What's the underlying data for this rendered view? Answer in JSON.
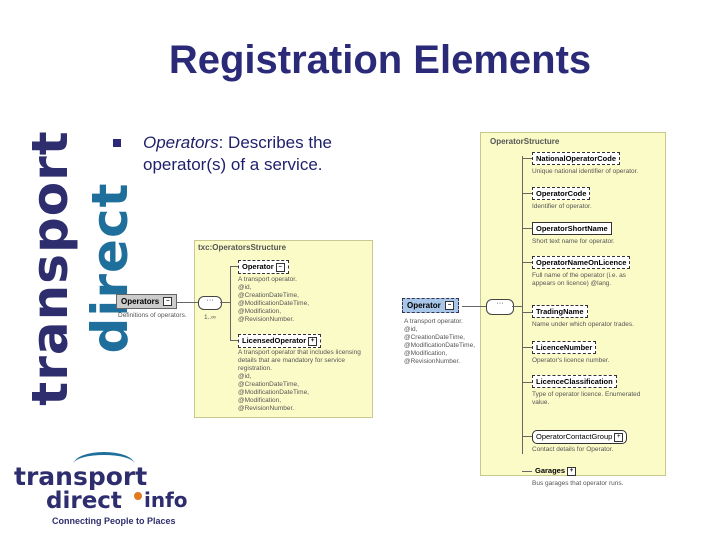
{
  "slide": {
    "title": "Registration Elements",
    "side_brand_part1": "transport",
    "side_brand_part2": " direct",
    "bullet": {
      "term": "Operators",
      "text": ": Describes the operator(s) of a service."
    }
  },
  "left_diagram": {
    "panel_title": "txc:OperatorsStructure",
    "root_label": "Operators",
    "root_desc": "Definitions of operators.",
    "multiplicity": "1..∞",
    "children": [
      {
        "label": "Operator",
        "desc": [
          "A transport operator.",
          "@id,",
          "@CreationDateTime,",
          "@ModificationDateTime,",
          "@Modification,",
          "@RevisionNumber."
        ]
      },
      {
        "label": "LicensedOperator",
        "desc": [
          "A transport operator that includes licensing",
          "details that are mandatory for service",
          "registration.",
          "@id,",
          "@CreationDateTime,",
          "@ModificationDateTime,",
          "@Modification,",
          "@RevisionNumber."
        ]
      }
    ]
  },
  "right_diagram": {
    "panel_title": "OperatorStructure",
    "root_label": "Operator",
    "root_desc": [
      "A transport operator.",
      "@id,",
      "@CreationDateTime,",
      "@ModificationDateTime,",
      "@Modification,",
      "@RevisionNumber."
    ],
    "elements": [
      {
        "label": "NationalOperatorCode",
        "desc": [
          "Unique national identifier of operator."
        ]
      },
      {
        "label": "OperatorCode",
        "desc": [
          "Identifier of operator."
        ]
      },
      {
        "label": "OperatorShortName",
        "desc": [
          "Short text name for operator."
        ]
      },
      {
        "label": "OperatorNameOnLicence",
        "desc": [
          "Full name of the operator (i.e. as",
          "appears on licence) @lang."
        ]
      },
      {
        "label": "TradingName",
        "desc": [
          "Name under which operator trades."
        ]
      },
      {
        "label": "LicenceNumber",
        "desc": [
          "Operator's licence number."
        ]
      },
      {
        "label": "LicenceClassification",
        "desc": [
          "Type of operator licence. Enumerated",
          "value."
        ]
      },
      {
        "label": "OperatorContactGroup",
        "desc": [
          "Contact details for Operator."
        ]
      },
      {
        "label": "Garages",
        "desc": [
          "Bus garages that operator runs."
        ]
      }
    ]
  },
  "footer_logo": {
    "line1": "transport",
    "line2": "direct",
    "suffix": "info",
    "tagline": "Connecting People to Places"
  },
  "colors": {
    "title": "#2a2a78",
    "panel": "#fbfbc8",
    "brand_blue": "#1f6f9c",
    "brand_dark": "#2e2e6e",
    "accent_orange": "#e07a1c"
  }
}
